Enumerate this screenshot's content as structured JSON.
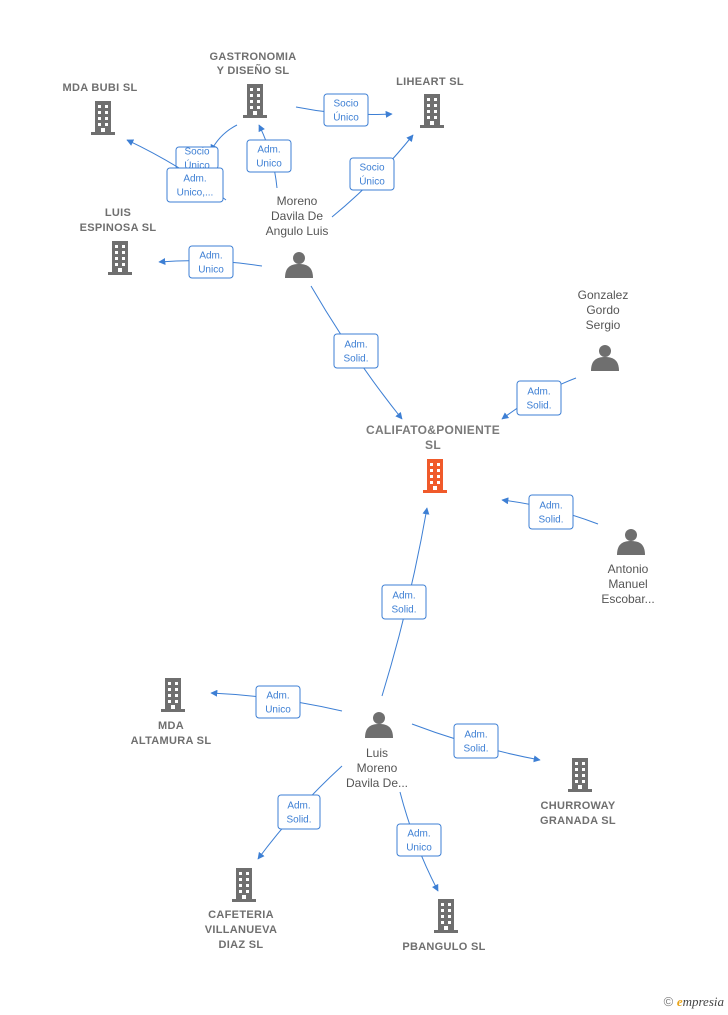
{
  "colors": {
    "edge": "#3d7fd4",
    "company": "#6f6f6f",
    "highlight": "#f05a2a",
    "person": "#6f6f6f"
  },
  "nodes": [
    {
      "id": "gastronomia",
      "type": "company",
      "label": [
        "GASTRONOMIA",
        "Y DISEÑO SL"
      ]
    },
    {
      "id": "mdabubi",
      "type": "company",
      "label": [
        "MDA BUBI  SL"
      ]
    },
    {
      "id": "liheart",
      "type": "company",
      "label": [
        "LIHEART  SL"
      ]
    },
    {
      "id": "luisespinosa",
      "type": "company",
      "label": [
        "LUIS",
        "ESPINOSA  SL"
      ]
    },
    {
      "id": "moreno",
      "type": "person",
      "label": [
        "Moreno",
        "Davila De",
        "Angulo Luis"
      ]
    },
    {
      "id": "gonzalez",
      "type": "person",
      "label": [
        "Gonzalez",
        "Gordo",
        "Sergio"
      ]
    },
    {
      "id": "califato",
      "type": "company",
      "highlight": true,
      "label": [
        "CALIFATO&PONIENTE",
        "SL"
      ]
    },
    {
      "id": "antonio",
      "type": "person",
      "label": [
        "Antonio",
        "Manuel",
        "Escobar..."
      ]
    },
    {
      "id": "mdaaltamura",
      "type": "company",
      "label": [
        "MDA",
        "ALTAMURA  SL"
      ]
    },
    {
      "id": "luismoreno",
      "type": "person",
      "label": [
        "Luis",
        "Moreno",
        "Davila De..."
      ]
    },
    {
      "id": "churroway",
      "type": "company",
      "label": [
        "CHURROWAY",
        "GRANADA  SL"
      ]
    },
    {
      "id": "cafeteria",
      "type": "company",
      "label": [
        "CAFETERIA",
        "VILLANUEVA",
        "DIAZ  SL"
      ]
    },
    {
      "id": "pbangulo",
      "type": "company",
      "label": [
        "PBANGULO  SL"
      ]
    }
  ],
  "edges": [
    {
      "from": "gastronomia",
      "to": "liheart",
      "label": [
        "Socio",
        "Único"
      ]
    },
    {
      "from": "moreno",
      "to": "gastronomia",
      "label": [
        "Adm.",
        "Unico"
      ]
    },
    {
      "from": "moreno",
      "to": "liheart",
      "label": [
        "Socio",
        "Único"
      ]
    },
    {
      "from": "gastronomia",
      "to": "mdabubi",
      "label": [
        "Socio",
        "Único"
      ]
    },
    {
      "from": "moreno",
      "to": "mdabubi",
      "label": [
        "Adm.",
        "Unico,..."
      ]
    },
    {
      "from": "moreno",
      "to": "luisespinosa",
      "label": [
        "Adm.",
        "Unico"
      ]
    },
    {
      "from": "moreno",
      "to": "califato",
      "label": [
        "Adm.",
        "Solid."
      ]
    },
    {
      "from": "gonzalez",
      "to": "califato",
      "label": [
        "Adm.",
        "Solid."
      ]
    },
    {
      "from": "antonio",
      "to": "califato",
      "label": [
        "Adm.",
        "Solid."
      ]
    },
    {
      "from": "luismoreno",
      "to": "califato",
      "label": [
        "Adm.",
        "Solid."
      ]
    },
    {
      "from": "luismoreno",
      "to": "mdaaltamura",
      "label": [
        "Adm.",
        "Unico"
      ]
    },
    {
      "from": "luismoreno",
      "to": "churroway",
      "label": [
        "Adm.",
        "Solid."
      ]
    },
    {
      "from": "luismoreno",
      "to": "cafeteria",
      "label": [
        "Adm.",
        "Solid."
      ]
    },
    {
      "from": "luismoreno",
      "to": "pbangulo",
      "label": [
        "Adm.",
        "Unico"
      ]
    }
  ],
  "footer": {
    "copyright": "©",
    "brand_initial": "e",
    "brand_rest": "mpresia"
  }
}
